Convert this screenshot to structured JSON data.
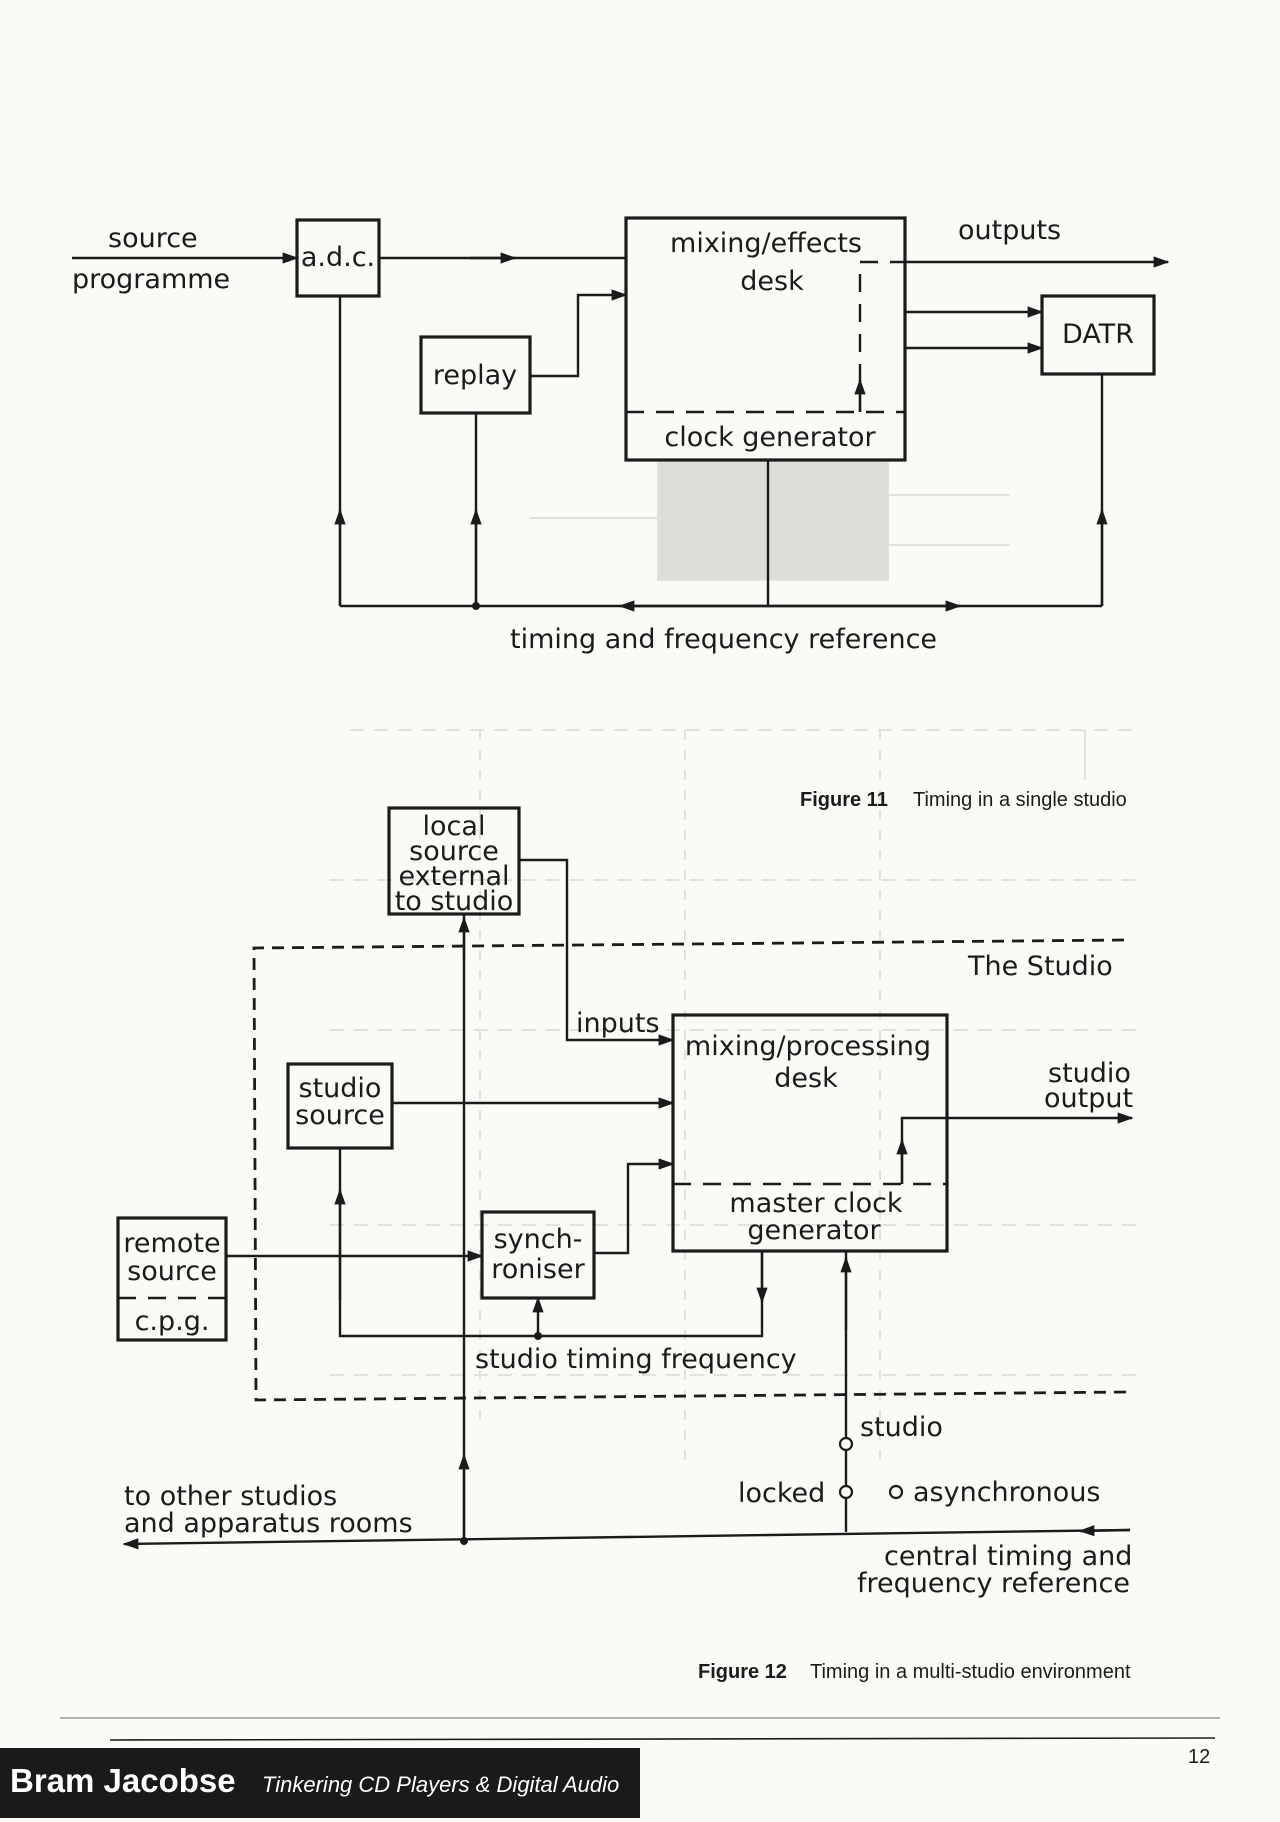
{
  "figure11": {
    "caption_label": "Figure 11",
    "caption_text": "Timing in a single studio",
    "nodes": {
      "adc": "a.d.c.",
      "mixing_line1": "mixing/effects",
      "mixing_line2": "desk",
      "clock_generator": "clock generator",
      "replay": "replay",
      "datr": "DATR"
    },
    "labels": {
      "source_line1": "source",
      "source_line2": "programme",
      "outputs": "outputs",
      "timing_reference": "timing and frequency reference"
    }
  },
  "figure12": {
    "caption_label": "Figure 12",
    "caption_text": "Timing in a multi-studio environment",
    "nodes": {
      "local_line1": "local",
      "local_line2": "source",
      "local_line3": "external",
      "local_line4": "to studio",
      "studio_source_line1": "studio",
      "studio_source_line2": "source",
      "remote_line1": "remote",
      "remote_line2": "source",
      "cpg": "c.p.g.",
      "synch_line1": "synch-",
      "synch_line2": "roniser",
      "mixing_line1": "mixing/processing",
      "mixing_line2": "desk",
      "master_line1": "master clock",
      "master_line2": "generator"
    },
    "labels": {
      "the_studio": "The Studio",
      "inputs": "inputs",
      "studio_output_line1": "studio",
      "studio_output_line2": "output",
      "studio_timing": "studio timing frequency",
      "switch_studio": "studio",
      "switch_locked": "locked",
      "switch_async": "asynchronous",
      "other_line1": "to other studios",
      "other_line2": "and apparatus rooms",
      "central_line1": "central timing and",
      "central_line2": "frequency reference"
    }
  },
  "footer": {
    "author": "Bram Jacobse",
    "title": "Tinkering CD Players & Digital Audio",
    "page_number": "12"
  }
}
